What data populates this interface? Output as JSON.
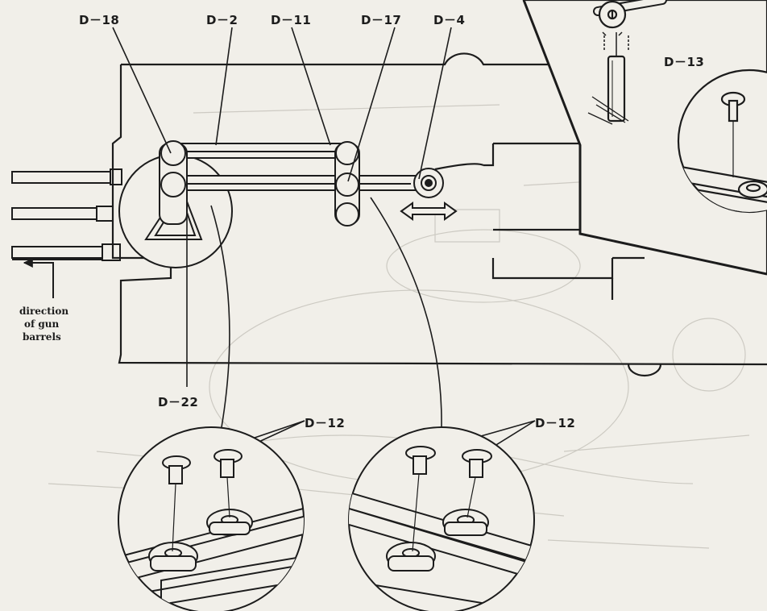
{
  "labels": {
    "d18": "D－18",
    "d2": "D－2",
    "d11": "D－11",
    "d17": "D－17",
    "d4": "D－4",
    "d13": "D－13",
    "d22": "D－22",
    "d12_left": "D－12",
    "d12_right": "D－12"
  },
  "note": {
    "line1": "direction",
    "line2": "of gun",
    "line3": "barrels"
  },
  "colors": {
    "ink": "#1c1c1c",
    "paper": "#f1efe9",
    "faint": "#bdbab2"
  }
}
